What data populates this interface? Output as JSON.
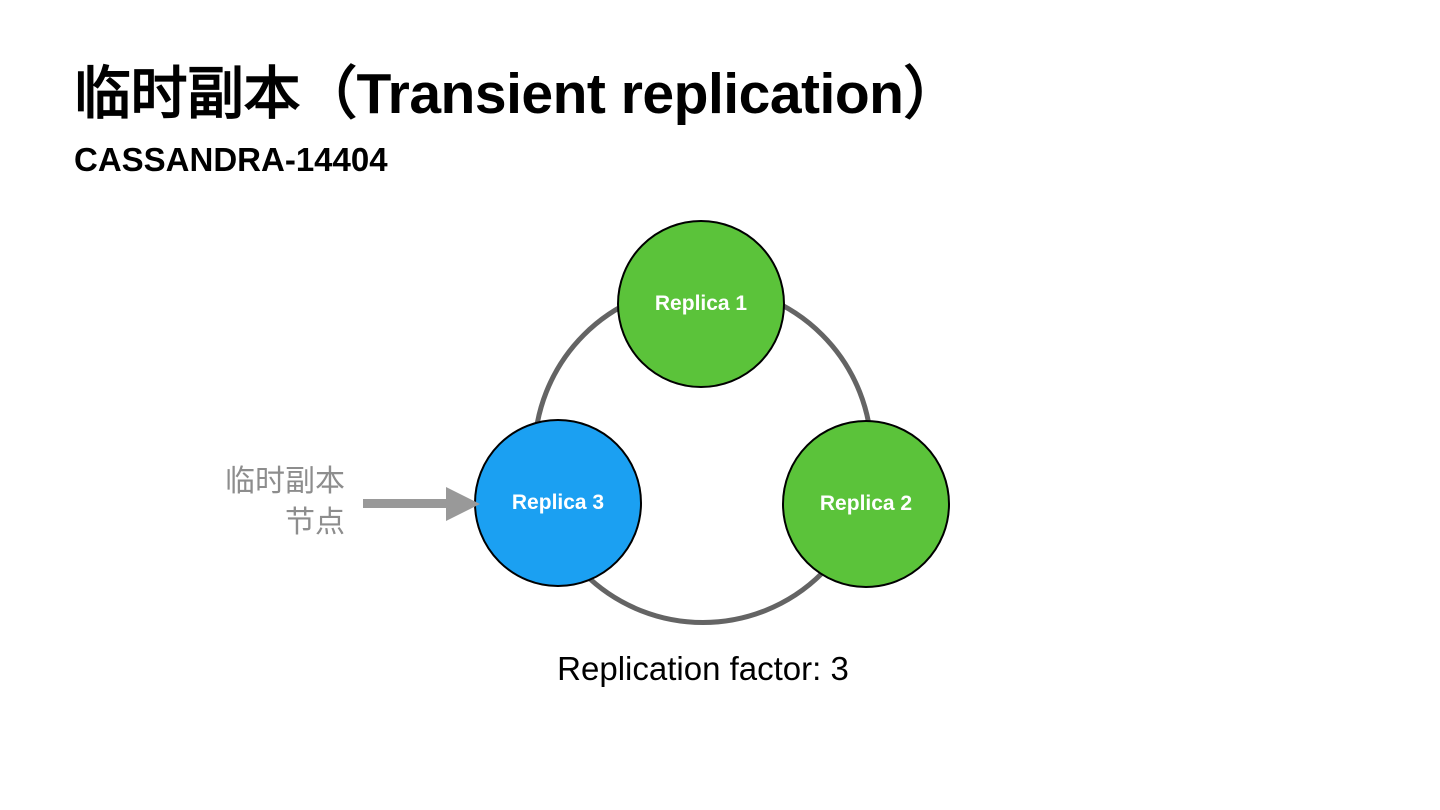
{
  "slide": {
    "title": "临时副本（Transient replication）",
    "subtitle": "CASSANDRA-14404",
    "caption": "Replication factor: 3"
  },
  "diagram": {
    "nodes": [
      {
        "id": "replica-1",
        "label": "Replica 1",
        "role": "full-replica",
        "position": "top"
      },
      {
        "id": "replica-2",
        "label": "Replica 2",
        "role": "full-replica",
        "position": "bottom-right"
      },
      {
        "id": "replica-3",
        "label": "Replica 3",
        "role": "transient-replica",
        "position": "bottom-left"
      }
    ],
    "annotation": {
      "line1": "临时副本",
      "line2": "节点",
      "points_to": "Replica 3"
    },
    "colors": {
      "full_replica_fill": "#5BC33A",
      "transient_replica_fill": "#1BA0F2",
      "node_border": "#000000",
      "node_label_text": "#FFFFFF",
      "ring_stroke": "#646464",
      "arrow": "#999999",
      "annotation_text": "#8D8D8D",
      "title_text": "#000000",
      "background": "#FFFFFF"
    }
  }
}
